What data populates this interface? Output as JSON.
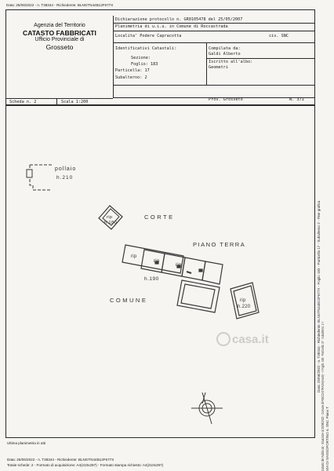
{
  "top_line": "Data: 25/06/2022 - n. T38344 - Richiedente: BLNGTN44B12F677X",
  "agency": {
    "line1": "Agenzia del Territorio",
    "line2": "CATASTO FABBRICATI",
    "line3": "Ufficio Provinciale di",
    "line4": "Grosseto"
  },
  "header": {
    "dichiarazione": "Dichiarazione protocollo n. GR0105478 del 25/05/2007",
    "planimetria": "Planimetria di u.i.u. in Comune di Roccastrada",
    "localita": "Localita' Podere Capracotta",
    "civ": "civ. SNC",
    "identificativi_title": "Identificativi Catastali:",
    "sezione": "Sezione:",
    "foglio": "Foglio: 183",
    "particella": "Particella: 17",
    "subalterno": "Subalterno: 2",
    "compilata_title": "Compilata da:",
    "compilata_name": "Galdi Alberto",
    "iscritto_title": "Iscritto all'albo:",
    "iscritto_value": "Geometri",
    "prov": "Prov. Grosseto",
    "numero": "N. 371"
  },
  "scheda": "Scheda n. 2",
  "scala": "Scala 1:200",
  "plan": {
    "pollaio": "pollaio",
    "pollaio_h": "h.210",
    "rip1": "rip",
    "rip1_h": "h.180",
    "corte": "CORTE",
    "piano_terra": "PIANO TERRA",
    "rip_room_a": "rip",
    "rip_room_b": "rip",
    "rip_room_c": "rip",
    "rip_room_h": "h.190",
    "comune": "COMUNE",
    "rip_right": "rip",
    "rip_right_h": "h.220",
    "watermark": "casa.it"
  },
  "footer": {
    "ultima": "Ultima planimetria in atti",
    "line1": "Data: 25/06/2022 - n. T38344 - Richiedente: BLNGTN44B12F677X",
    "line2": "Totale schede: 2 - Formato di acquisizione: A4(210x297) - Formato stampa richiesto: A4(210x297)"
  },
  "margins": {
    "right_mid": "Data: 25/06/2022 - n. T38344 - Richiedente: BLNGTN44B12F677X - Foglio 183 - Particella 17 - Subalterno 2 - Fine grafica",
    "right_bottom": "Catasto dei Fabbricati - Situazione al 25/06/2022 - Comune di ROCCASTRADA(H449) - < Foglio: 183 - Particella: 17 - Subalterno: 2 >",
    "right_bottom2": "VIA DI SASSOFORTINO n. SNC Piano T"
  }
}
